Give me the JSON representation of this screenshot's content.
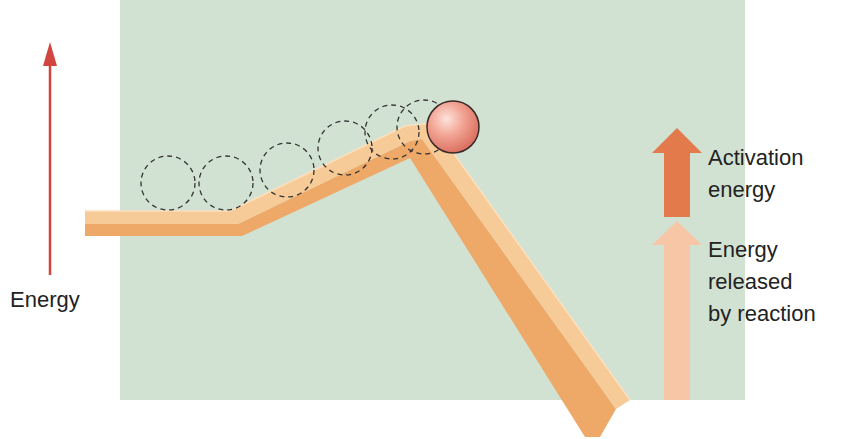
{
  "diagram": {
    "labels": [
      "Energy",
      "Activation energy",
      "Energy released by reaction"
    ]
  }
}
